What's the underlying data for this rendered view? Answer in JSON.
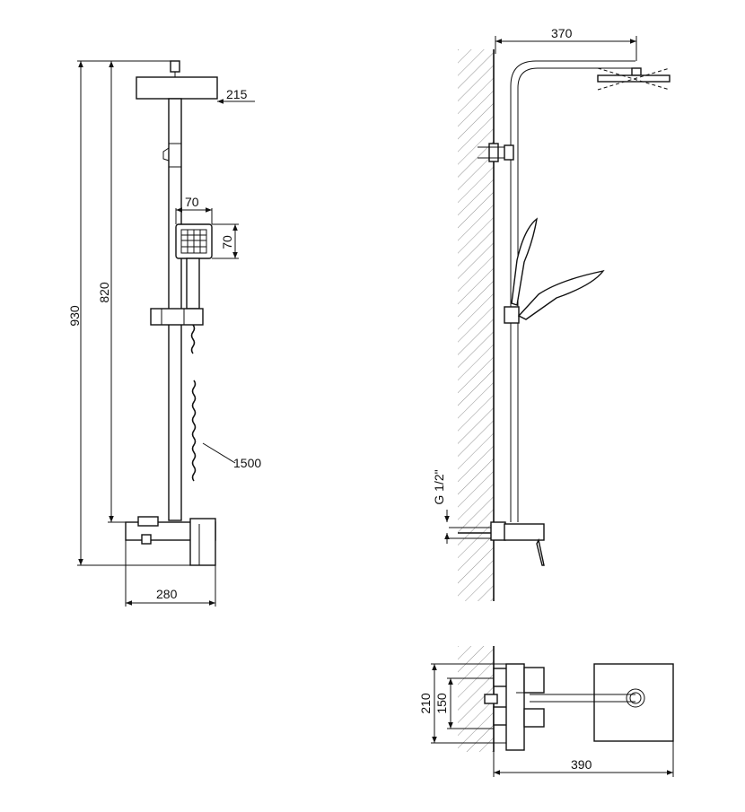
{
  "dimensions": {
    "front_total_height": "930",
    "front_bar_height": "820",
    "head_width": "215",
    "hand_width": "70",
    "hand_height": "70",
    "hose_length": "1500",
    "mixer_width": "280",
    "side_arm_reach": "370",
    "connection_thread": "G 1/2\"",
    "plan_outer": "210",
    "plan_inner": "150",
    "plan_depth": "390"
  }
}
